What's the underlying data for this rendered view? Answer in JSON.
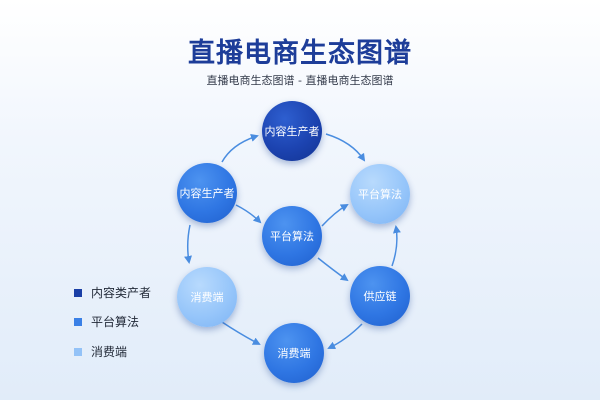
{
  "header": {
    "title": "直播电商生态图谱",
    "subtitle": "直播电商生态图谱 - 直播电商生态图谱"
  },
  "nodes": {
    "top": "内容生产者",
    "left": "内容生产者",
    "center": "平台算法",
    "right_top": "平台算法",
    "left_bottom": "消费端",
    "right_bottom": "供应链",
    "bottom": "消费端"
  },
  "legend": [
    {
      "label": "内容类产者",
      "color": "#1a3fa6"
    },
    {
      "label": "平台算法",
      "color": "#3a80e6"
    },
    {
      "label": "消费端",
      "color": "#93c2f7"
    }
  ],
  "colors": {
    "title": "#1d3d99",
    "arrow": "#4a8de0"
  }
}
